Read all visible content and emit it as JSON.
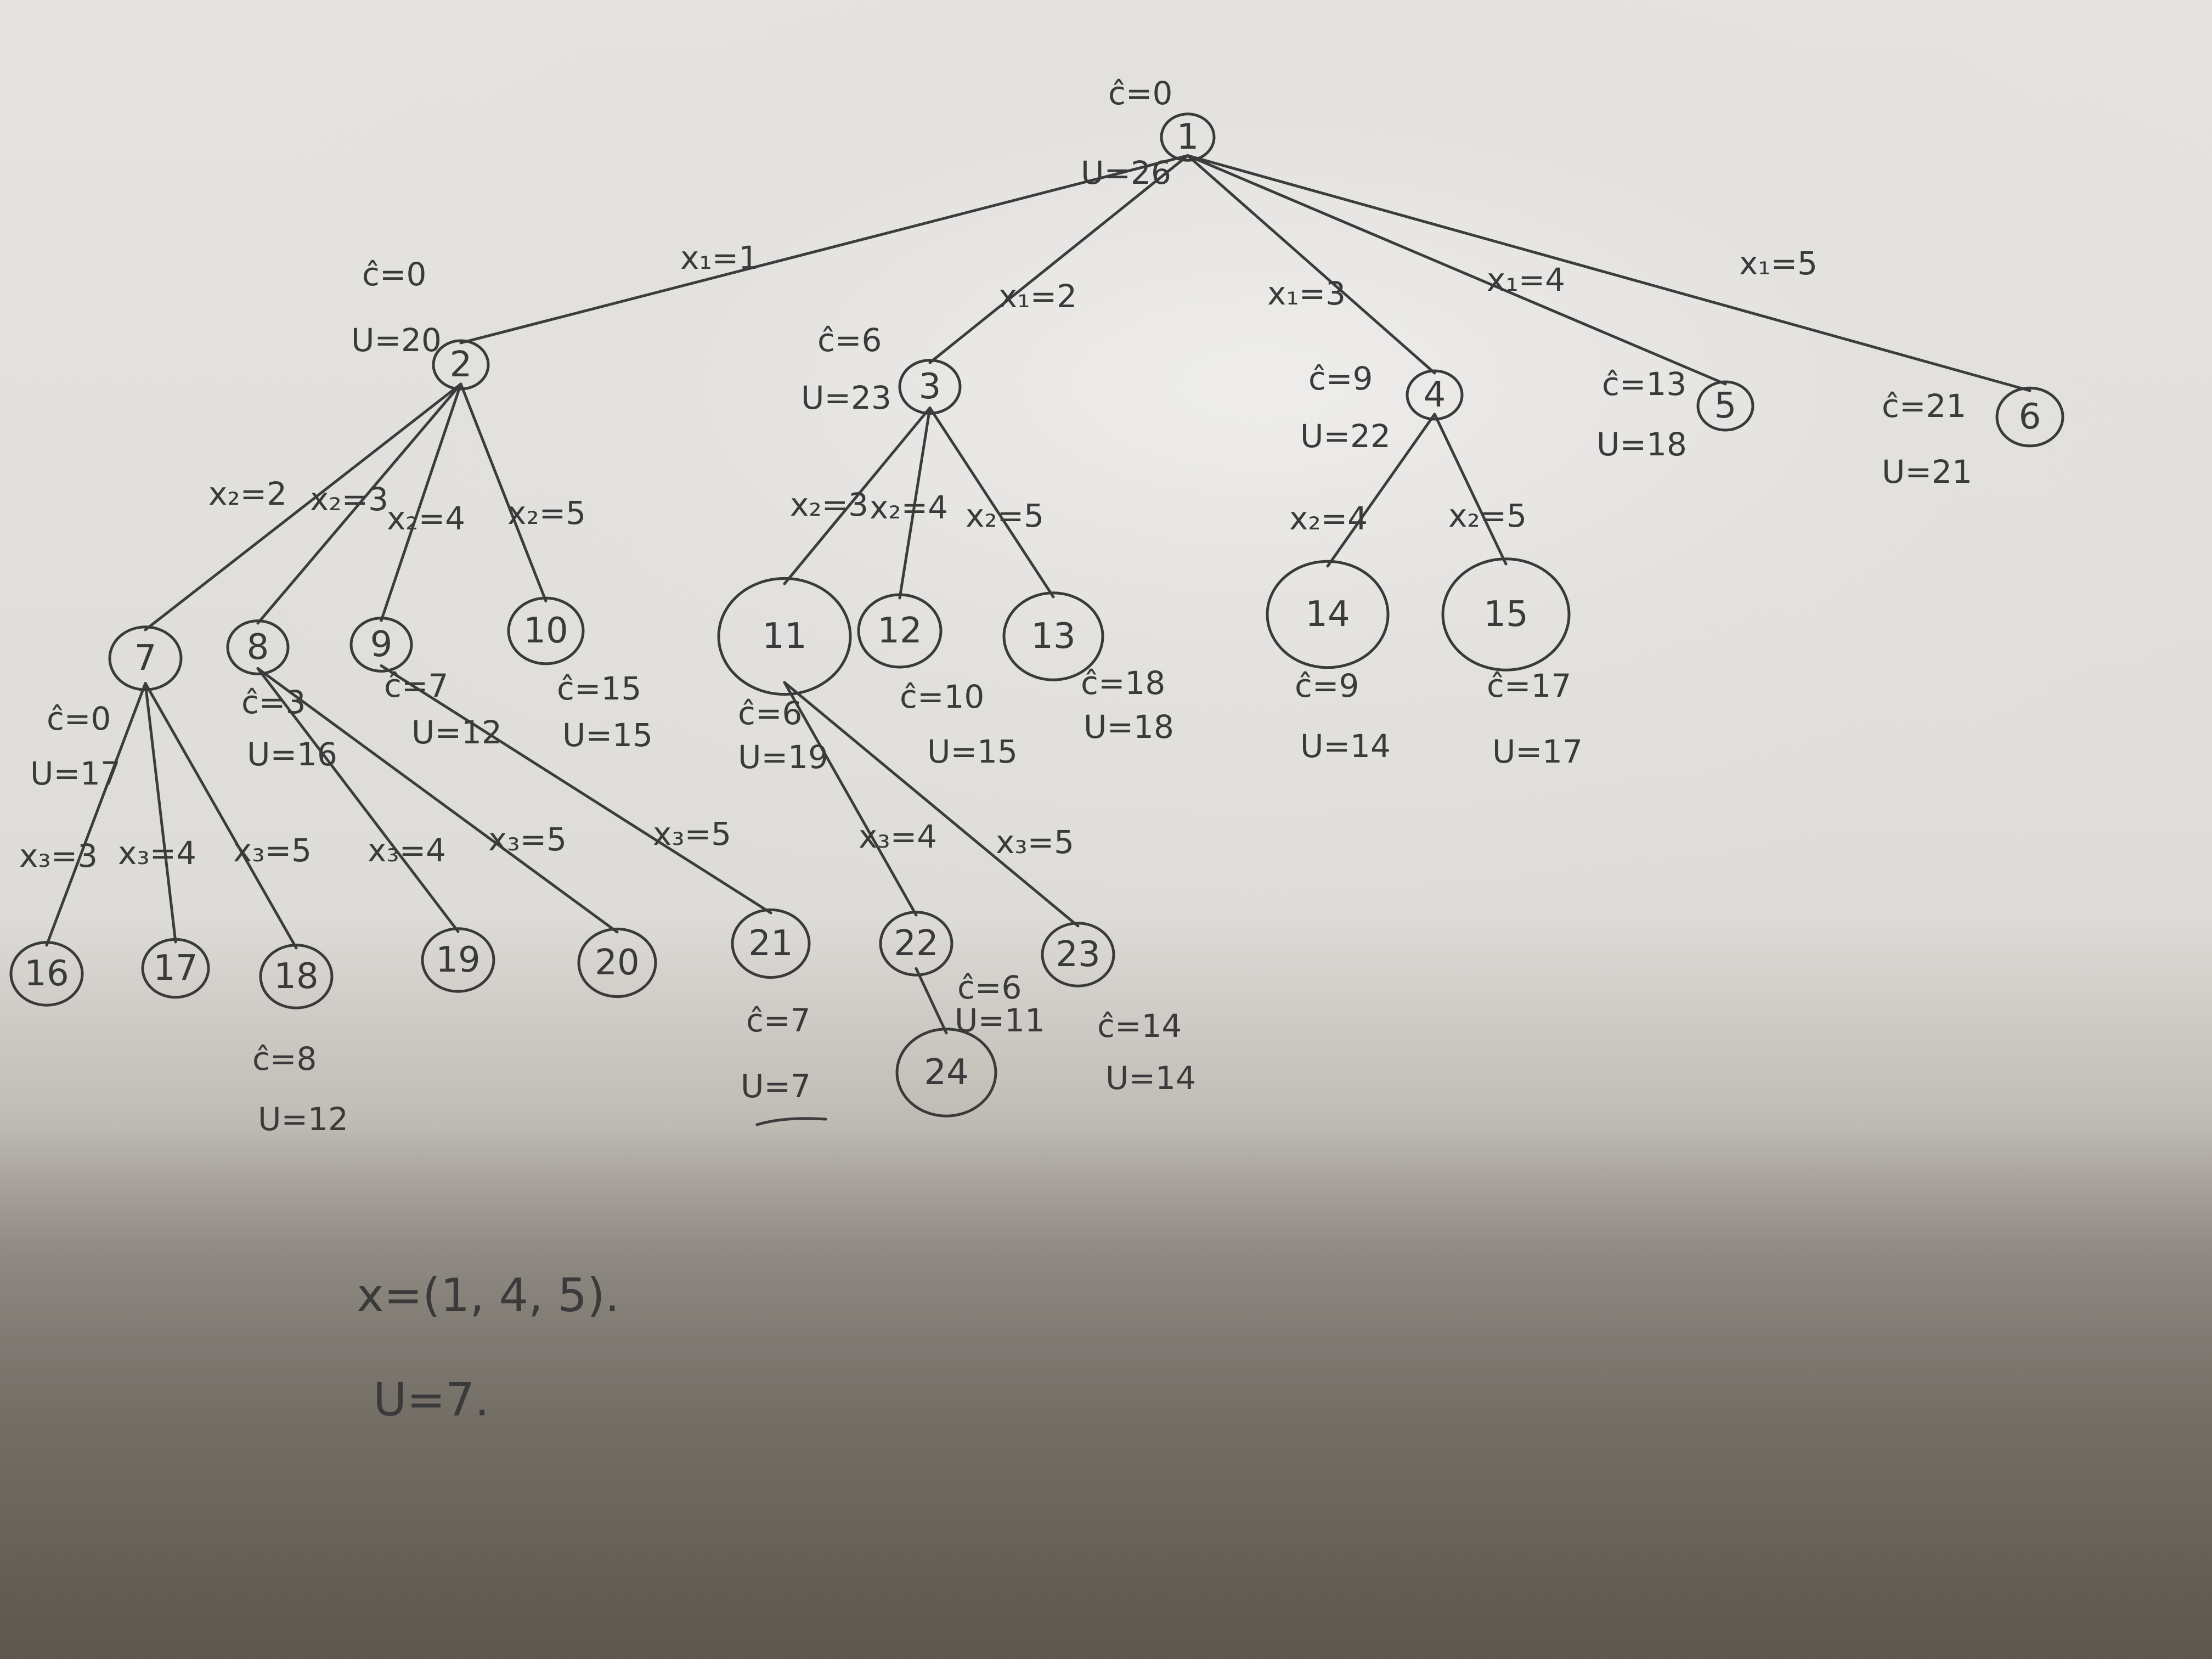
{
  "nodes": [
    {
      "id": "1",
      "c": "ĉ=0",
      "u": "U=26"
    },
    {
      "id": "2",
      "c": "ĉ=0",
      "u": "U=20"
    },
    {
      "id": "3",
      "c": "ĉ=6",
      "u": "U=23"
    },
    {
      "id": "4",
      "c": "ĉ=9",
      "u": "U=22"
    },
    {
      "id": "5",
      "c": "ĉ=13",
      "u": "U=18"
    },
    {
      "id": "6",
      "c": "ĉ=21",
      "u": "U=21"
    },
    {
      "id": "7",
      "c": "ĉ=0",
      "u": "U=17"
    },
    {
      "id": "8",
      "c": "ĉ=3",
      "u": "U=16"
    },
    {
      "id": "9",
      "c": "ĉ=7",
      "u": "U=12"
    },
    {
      "id": "10",
      "c": "ĉ=15",
      "u": "U=15"
    },
    {
      "id": "11",
      "c": "ĉ=6",
      "u": "U=19"
    },
    {
      "id": "12",
      "c": "ĉ=10",
      "u": "U=15"
    },
    {
      "id": "13",
      "c": "ĉ=18",
      "u": "U=18"
    },
    {
      "id": "14",
      "c": "ĉ=9",
      "u": "U=14"
    },
    {
      "id": "15",
      "c": "ĉ=17",
      "u": "U=17"
    },
    {
      "id": "16",
      "c": "",
      "u": ""
    },
    {
      "id": "17",
      "c": "",
      "u": ""
    },
    {
      "id": "18",
      "c": "ĉ=8",
      "u": "U=12"
    },
    {
      "id": "19",
      "c": "",
      "u": ""
    },
    {
      "id": "20",
      "c": "",
      "u": ""
    },
    {
      "id": "21",
      "c": "ĉ=7",
      "u": "U=7"
    },
    {
      "id": "22",
      "c": "ĉ=6",
      "u": "U=11"
    },
    {
      "id": "23",
      "c": "ĉ=14",
      "u": "U=14"
    },
    {
      "id": "24",
      "c": "",
      "u": ""
    }
  ],
  "edges": [
    {
      "from": "1",
      "to": "2",
      "label": "x₁=1"
    },
    {
      "from": "1",
      "to": "3",
      "label": "x₁=2"
    },
    {
      "from": "1",
      "to": "4",
      "label": "x₁=3"
    },
    {
      "from": "1",
      "to": "5",
      "label": "x₁=4"
    },
    {
      "from": "1",
      "to": "6",
      "label": "x₁=5"
    },
    {
      "from": "2",
      "to": "7",
      "label": "x₂=2"
    },
    {
      "from": "2",
      "to": "8",
      "label": "x₂=3"
    },
    {
      "from": "2",
      "to": "9",
      "label": "x₂=4"
    },
    {
      "from": "2",
      "to": "10",
      "label": "x₂=5"
    },
    {
      "from": "3",
      "to": "11",
      "label": "x₂=3"
    },
    {
      "from": "3",
      "to": "12",
      "label": "x₂=4"
    },
    {
      "from": "3",
      "to": "13",
      "label": "x₂=5"
    },
    {
      "from": "4",
      "to": "14",
      "label": "x₂=4"
    },
    {
      "from": "4",
      "to": "15",
      "label": "x₂=5"
    },
    {
      "from": "7",
      "to": "16",
      "label": "x₃=3"
    },
    {
      "from": "7",
      "to": "17",
      "label": "x₃=4"
    },
    {
      "from": "7",
      "to": "18",
      "label": "x₃=5"
    },
    {
      "from": "8",
      "to": "19",
      "label": "x₃=4"
    },
    {
      "from": "8",
      "to": "20",
      "label": "x₃=5"
    },
    {
      "from": "9",
      "to": "21",
      "label": "x₃=5"
    },
    {
      "from": "11",
      "to": "22",
      "label": "x₃=4"
    },
    {
      "from": "11",
      "to": "23",
      "label": "x₃=5"
    },
    {
      "from": "22",
      "to": "24",
      "label": ""
    }
  ],
  "result": {
    "x": "x=(1, 4, 5).",
    "u": "U=7."
  }
}
